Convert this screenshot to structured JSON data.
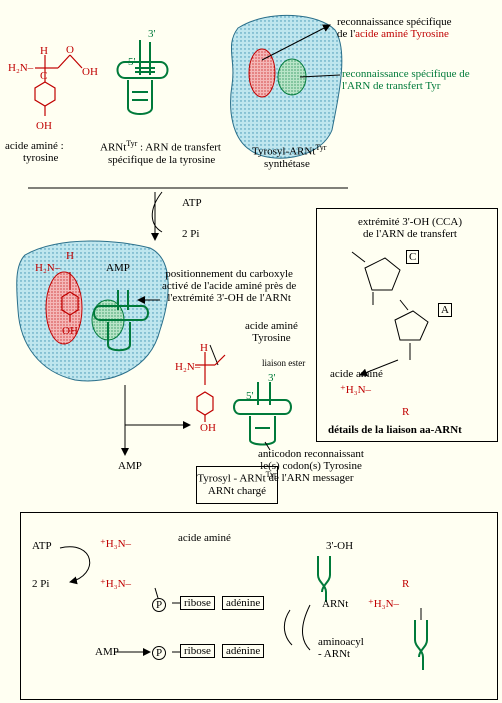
{
  "top": {
    "tyrosine_caption_line1": "acide aminé :",
    "tyrosine_caption_line2": "tyrosine",
    "trna_caption_line1_pre": "ARNt",
    "trna_caption_line1_sup": "Tyr",
    "trna_caption_line1_post": " : ARN de transfert",
    "trna_caption_line2": "spécifique de la tyrosine",
    "synthetase_caption_line1_pre": "Tyrosyl-ARNt",
    "synthetase_caption_line1_sup": "Tyr",
    "synthetase_caption_line2": "synthétase",
    "recog_aa_line1": "reconnaissance spécifique",
    "recog_aa_line2_pre": "de l'",
    "recog_aa_line2_red": "acide aminé Tyrosine",
    "recog_trna_line1": "reconnaissance spécifique de",
    "recog_trna_line2": "l'ARN de transfert Tyr"
  },
  "step1": {
    "atp": "ATP",
    "two_pi": "2 Pi"
  },
  "middle": {
    "positioning_line1": "positionnement du carboxyle",
    "positioning_line2": "activé de l'acide aminé près de",
    "positioning_line3": "l'extrémité 3'-OH de l'ARNt",
    "aa_tyr_line1": "acide aminé",
    "aa_tyr_line2": "Tyrosine",
    "ester_bond": "liaison ester",
    "amp": "AMP",
    "anticodon_line1": "anticodon reconnaissant",
    "anticodon_line2": "le(s) codon(s) Tyrosine",
    "anticodon_line3": "de l'ARN messager",
    "charged_line1_pre": "Tyrosyl - ARNt",
    "charged_line1_sup": "Tyr",
    "charged_line2": "ARNt chargé"
  },
  "detail": {
    "title_line1": "extrémité 3'-OH (CCA)",
    "title_line2": "de l'ARN de transfert",
    "label_c": "C",
    "label_a": "A",
    "amino_acid": "acide aminé",
    "footer": "détails de la liaison aa-ARNt"
  },
  "bottom": {
    "atp": "ATP",
    "two_pi": "2 Pi",
    "amino_acid": "acide aminé",
    "ribose": "ribose",
    "adenine": "adénine",
    "p": "P",
    "trna": "ARNt",
    "amp": "AMP",
    "aminoacyl_line1": "aminoacyl",
    "aminoacyl_line2": "- ARNt",
    "three_oh": "3'-OH"
  },
  "chem": {
    "h": "H",
    "c": "C",
    "o": "O",
    "oh": "OH",
    "r": "R",
    "nh2": "H₂N–",
    "nh3": "⁺H₃N–",
    "three_prime": "3'",
    "five_prime": "5'"
  },
  "colors": {
    "red": "#c00000",
    "green": "#007a3a",
    "blob": "#b8e2ea",
    "background": "#fffff2"
  }
}
